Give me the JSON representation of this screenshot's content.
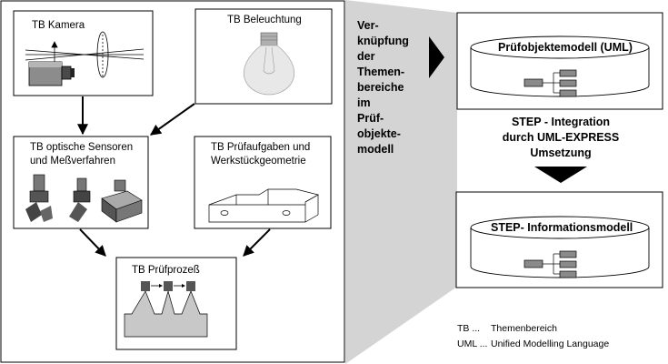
{
  "left_panel": {
    "kamera": "TB Kamera",
    "beleuchtung": "TB Beleuchtung",
    "sensoren_line1": "TB optische Sensoren",
    "sensoren_line2": "und Meßverfahren",
    "pruefaufgaben_line1": "TB Prüfaufgaben und",
    "pruefaufgaben_line2": "Werkstückgeometrie",
    "pruefprozess": "TB Prüfprozeß"
  },
  "middle_text": [
    "Ver-",
    "knüpfung",
    "der",
    "Themen-",
    "bereiche",
    "im",
    "Prüf-",
    "objekte-",
    "modell"
  ],
  "right_panel": {
    "model_uml": "Prüfobjektemodell (UML)",
    "integration_lines": [
      "STEP - Integration",
      "durch UML-EXPRESS",
      "Umsetzung"
    ],
    "model_step": "STEP- Informationsmodell"
  },
  "legend": [
    {
      "abbr": "TB ...",
      "meaning": "Themenbereich"
    },
    {
      "abbr": "UML ...",
      "meaning": "Unified Modelling Language"
    }
  ],
  "colors": {
    "wedge": "#d4d4d4",
    "arrow": "#000000",
    "bulb": "#e8e8e8",
    "tree_block": "#8a8a8a",
    "camera_body": "#8c8c8c",
    "cone": "#c8c8c8"
  }
}
